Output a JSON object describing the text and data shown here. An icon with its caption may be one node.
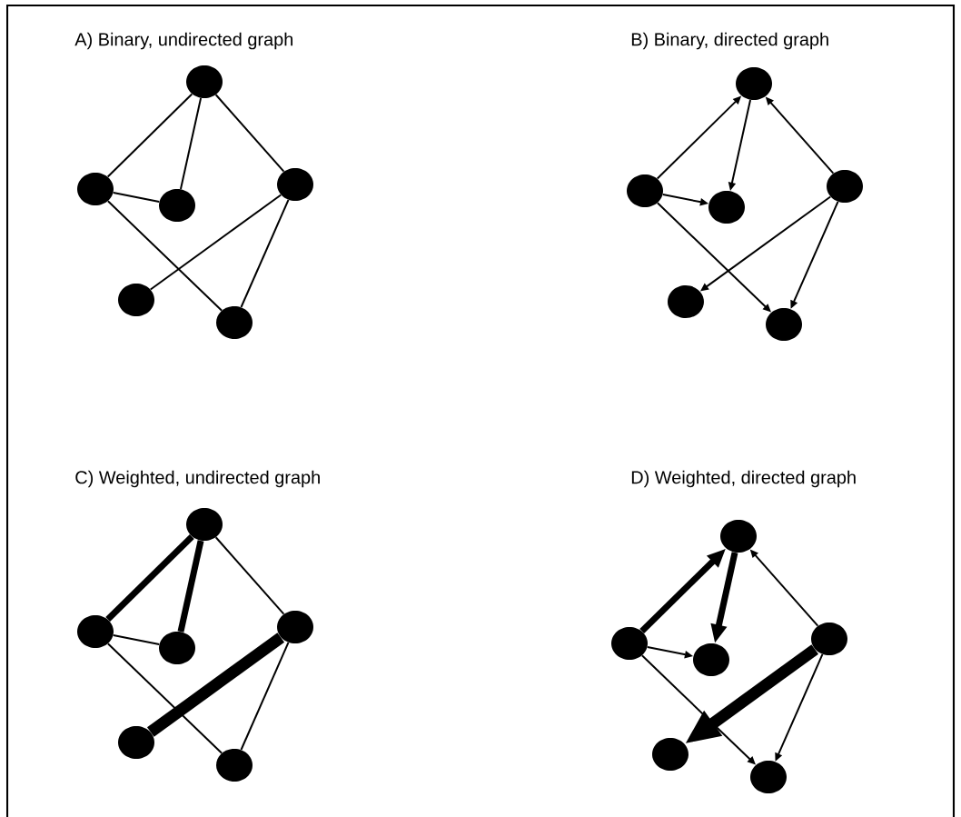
{
  "diagram": {
    "nodes": [
      {
        "text": [],
        "shape": "circle"
      },
      {
        "text": [],
        "shape": "circle"
      },
      {
        "text": [],
        "shape": "circle"
      },
      {
        "text": [],
        "shape": "circle"
      },
      {
        "text": [],
        "shape": "circle"
      },
      {
        "text": [],
        "shape": "circle"
      },
      {
        "text": [],
        "shape": "circle"
      },
      {
        "text": [],
        "shape": "circle"
      },
      {
        "text": [],
        "shape": "circle"
      },
      {
        "text": [],
        "shape": "circle"
      },
      {
        "text": [],
        "shape": "circle"
      },
      {
        "text": [],
        "shape": "circle"
      },
      {
        "text": [],
        "shape": "circle"
      },
      {
        "text": [],
        "shape": "circle"
      },
      {
        "text": [],
        "shape": "circle"
      },
      {
        "text": [],
        "shape": "circle"
      },
      {
        "text": [],
        "shape": "circle"
      },
      {
        "text": [],
        "shape": "circle"
      },
      {
        "text": [],
        "shape": "circle"
      },
      {
        "text": [],
        "shape": "circle"
      },
      {
        "text": [],
        "shape": "circle"
      },
      {
        "text": [],
        "shape": "circle"
      },
      {
        "text": [],
        "shape": "circle"
      },
      {
        "text": [],
        "shape": "circle"
      }
    ],
    "edges": [
      {
        "from": 0,
        "to": 1,
        "arrow": "none"
      },
      {
        "from": 0,
        "to": 2,
        "arrow": "none"
      },
      {
        "from": 0,
        "to": 3,
        "arrow": "none"
      },
      {
        "from": 1,
        "to": 2,
        "arrow": "none"
      },
      {
        "from": 1,
        "to": 5,
        "arrow": "none"
      },
      {
        "from": 3,
        "to": 4,
        "arrow": "none"
      },
      {
        "from": 3,
        "to": 5,
        "arrow": "none"
      },
      {
        "from": 7,
        "to": 6,
        "arrow": "to"
      },
      {
        "from": 6,
        "to": 8,
        "arrow": "to"
      },
      {
        "from": 9,
        "to": 6,
        "arrow": "to"
      },
      {
        "from": 7,
        "to": 8,
        "arrow": "to"
      },
      {
        "from": 7,
        "to": 11,
        "arrow": "to"
      },
      {
        "from": 9,
        "to": 10,
        "arrow": "to"
      },
      {
        "from": 9,
        "to": 11,
        "arrow": "to"
      },
      {
        "from": 12,
        "to": 13,
        "arrow": "none",
        "style": "thick"
      },
      {
        "from": 12,
        "to": 14,
        "arrow": "none",
        "style": "thick"
      },
      {
        "from": 12,
        "to": 15,
        "arrow": "none"
      },
      {
        "from": 13,
        "to": 14,
        "arrow": "none"
      },
      {
        "from": 13,
        "to": 17,
        "arrow": "none"
      },
      {
        "from": 15,
        "to": 16,
        "arrow": "none",
        "style": "thick"
      },
      {
        "from": 15,
        "to": 17,
        "arrow": "none"
      },
      {
        "from": 19,
        "to": 18,
        "arrow": "to",
        "style": "thick"
      },
      {
        "from": 18,
        "to": 20,
        "arrow": "to",
        "style": "thick"
      },
      {
        "from": 21,
        "to": 18,
        "arrow": "to"
      },
      {
        "from": 19,
        "to": 20,
        "arrow": "to"
      },
      {
        "from": 19,
        "to": 23,
        "arrow": "to"
      },
      {
        "from": 21,
        "to": 22,
        "arrow": "to",
        "style": "thick"
      },
      {
        "from": 21,
        "to": 23,
        "arrow": "to"
      }
    ],
    "labels": [
      "A) Binary, undirected graph",
      "B) Binary, directed graph",
      "C) Weighted, undirected graph",
      "D) Weighted, directed graph"
    ]
  }
}
